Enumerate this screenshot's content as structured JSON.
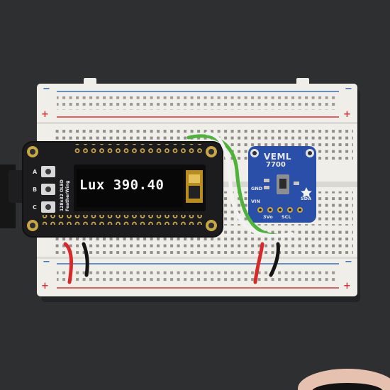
{
  "oled": {
    "label": "Lux",
    "value": "390.40"
  },
  "sensor_board": {
    "title": "VEML",
    "model": "7700",
    "pins": {
      "vin": "VIN",
      "gnd": "GND",
      "sda": "SDA",
      "scl": "SCL",
      "three_vo": "3Vo"
    }
  },
  "feather_board": {
    "buttons": {
      "a": "A",
      "b": "B",
      "c": "C"
    },
    "label_1": "128x32 OLED",
    "label_2": "FeatherWing"
  },
  "breadboard": {
    "rail_plus": "+",
    "rail_minus": "−"
  },
  "colors": {
    "background": "#2e2f31",
    "breadboard": "#f0efea",
    "rail_red": "#d6333a",
    "rail_blue": "#3a6fb5",
    "feather_pcb": "#1c1c1e",
    "sensor_pcb": "#2a4fa8",
    "wire_green": "#4fb23a",
    "wire_white": "#f2f2f2",
    "wire_red": "#d62a2a",
    "wire_black": "#141414"
  }
}
